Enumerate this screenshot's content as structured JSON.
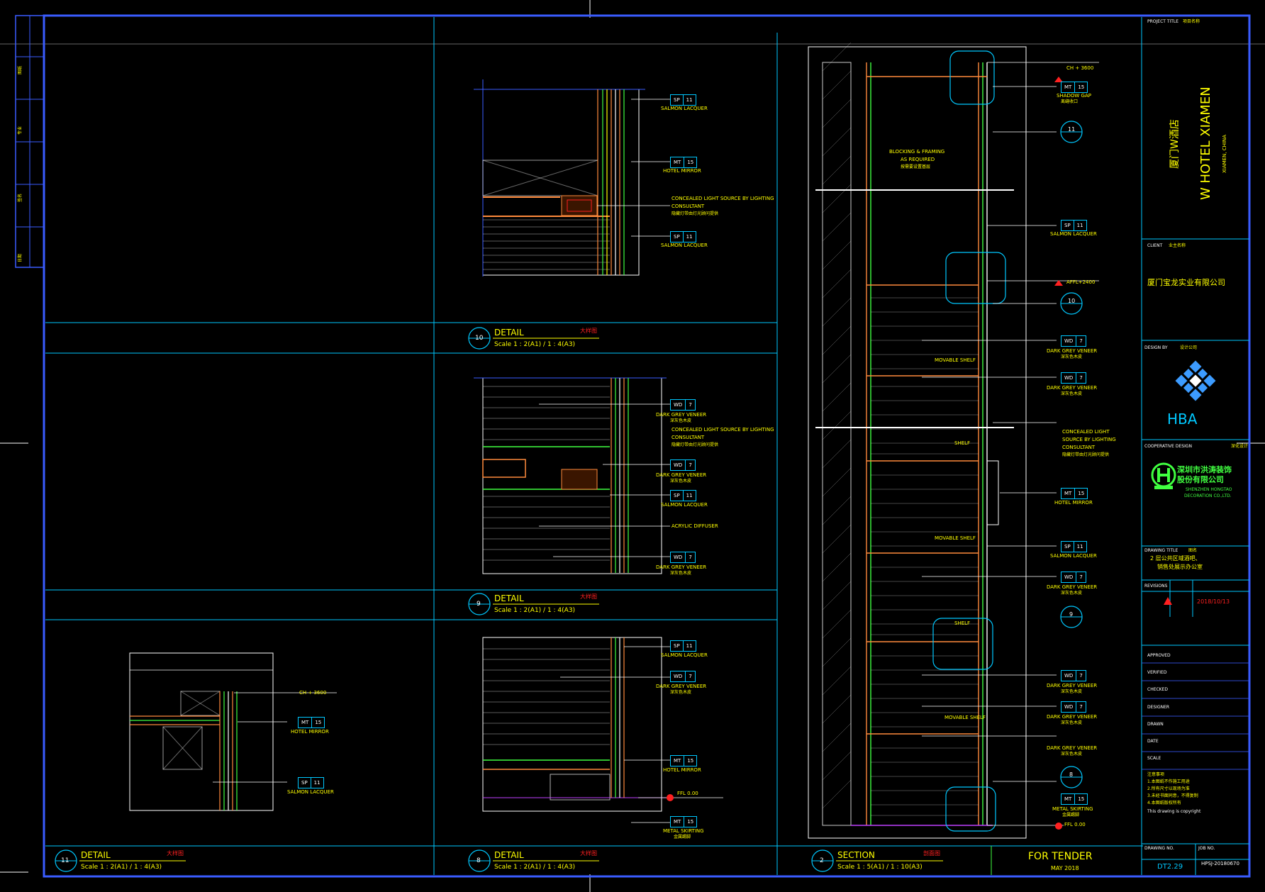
{
  "title_block": {
    "project_title_label": "PROJECT TITLE",
    "project_title_cn_label": "项目名称",
    "project_name_cn": "厦门W酒店",
    "project_name_en": "W HOTEL XIAMEN",
    "project_location": "XIAMEN, CHINA",
    "client_label": "CLIENT",
    "client_cn_label": "业主名称",
    "client_name": "厦门宝龙实业有限公司",
    "design_by_label": "DESIGN BY",
    "design_by_cn_label": "设计公司",
    "design_firm": "HBA",
    "cooperative_label": "COOPERATIVE DESIGN",
    "cooperative_cn_label": "深化设计",
    "coop_company_cn_1": "深圳市洪涛装饰",
    "coop_company_cn_2": "股份有限公司",
    "coop_company_en_1": "SHENZHEN HONGTAO",
    "coop_company_en_2": "DECORATION CO.,LTD.",
    "drawing_title_label": "DRAWING TITLE",
    "drawing_title_cn_label": "图名",
    "drawing_title_1": "2 层公共区域酒吧、",
    "drawing_title_2": "销售处展示办公室",
    "revisions_label": "REVISIONS",
    "revision_date": "2018/10/13",
    "rows": [
      "APPROVED",
      "VERIFIED",
      "CHECKED",
      "DESIGNER",
      "DRAWN",
      "DATE",
      "SCALE"
    ],
    "notes": [
      "注意事项",
      "1.本图纸不作施工用途",
      "2.所有尺寸以现场为准",
      "3.未经书面同意，不得复制",
      "4.本图纸版权所有"
    ],
    "copyright": "This drawing is copyright",
    "drawing_no_label": "DRAWING NO.",
    "job_no_label": "JOB NO.",
    "drawing_no": "DT2.29",
    "job_no": "HPSJ-20180670",
    "status": "FOR TENDER",
    "status_date": "MAY 2018"
  },
  "views": [
    {
      "number": "10",
      "title": "DETAIL",
      "title_cn": "大样图",
      "scale": "Scale 1 : 2(A1) / 1 : 4(A3)"
    },
    {
      "number": "9",
      "title": "DETAIL",
      "title_cn": "大样图",
      "scale": "Scale 1 : 2(A1) / 1 : 4(A3)"
    },
    {
      "number": "8",
      "title": "DETAIL",
      "title_cn": "大样图",
      "scale": "Scale 1 : 2(A1) / 1 : 4(A3)"
    },
    {
      "number": "11",
      "title": "DETAIL",
      "title_cn": "大样图",
      "scale": "Scale 1 : 2(A1) / 1 : 4(A3)"
    },
    {
      "number": "2",
      "title": "SECTION",
      "title_cn": "剖面图",
      "scale": "Scale 1 : 5(A1) / 1 : 10(A3)"
    }
  ],
  "labels": {
    "salmon_lacquer": "SALMON LACQUER",
    "hotel_mirror": "HOTEL MIRROR",
    "concealed_1": "CONCEALED LIGHT SOURCE BY LIGHTING",
    "consultant": "CONSULTANT",
    "concealed_cn": "隐藏灯带由灯光顾问提供",
    "dark_grey_veneer": "DARK GREY VENEER",
    "dark_grey_cn": "深灰色木皮",
    "acrylic_diffuser": "ACRYLIC DIFFUSER",
    "metal_skirting": "METAL SKIRTING",
    "metal_skirting_cn": "金属踢脚",
    "ch": "CH + 3600",
    "ffl": "FFL 0.00",
    "afl": "AFFL+2400",
    "shadow_gap": "SHADOW GAP",
    "shadow_gap_cn": "离缝收口",
    "blocking_1": "BLOCKING & FRAMING",
    "blocking_2": "AS REQUIRED",
    "blocking_cn": "按需要设置基层",
    "movable_shelf": "MOVABLE SHELF",
    "shelf": "SHELF",
    "concealed_light": "CONCEALED LIGHT",
    "source_by_lighting": "SOURCE BY LIGHTING"
  },
  "tags": {
    "sp11": [
      "SP",
      "11"
    ],
    "mt15": [
      "MT",
      "15"
    ],
    "wd7": [
      "WD",
      "7"
    ]
  },
  "callouts": [
    "11",
    "10",
    "9",
    "8"
  ],
  "colors": {
    "border": "#3a5cff",
    "cyan": "#00c8ff",
    "yellow": "#ffff00",
    "red": "#ff2020",
    "green": "#40ff40"
  }
}
